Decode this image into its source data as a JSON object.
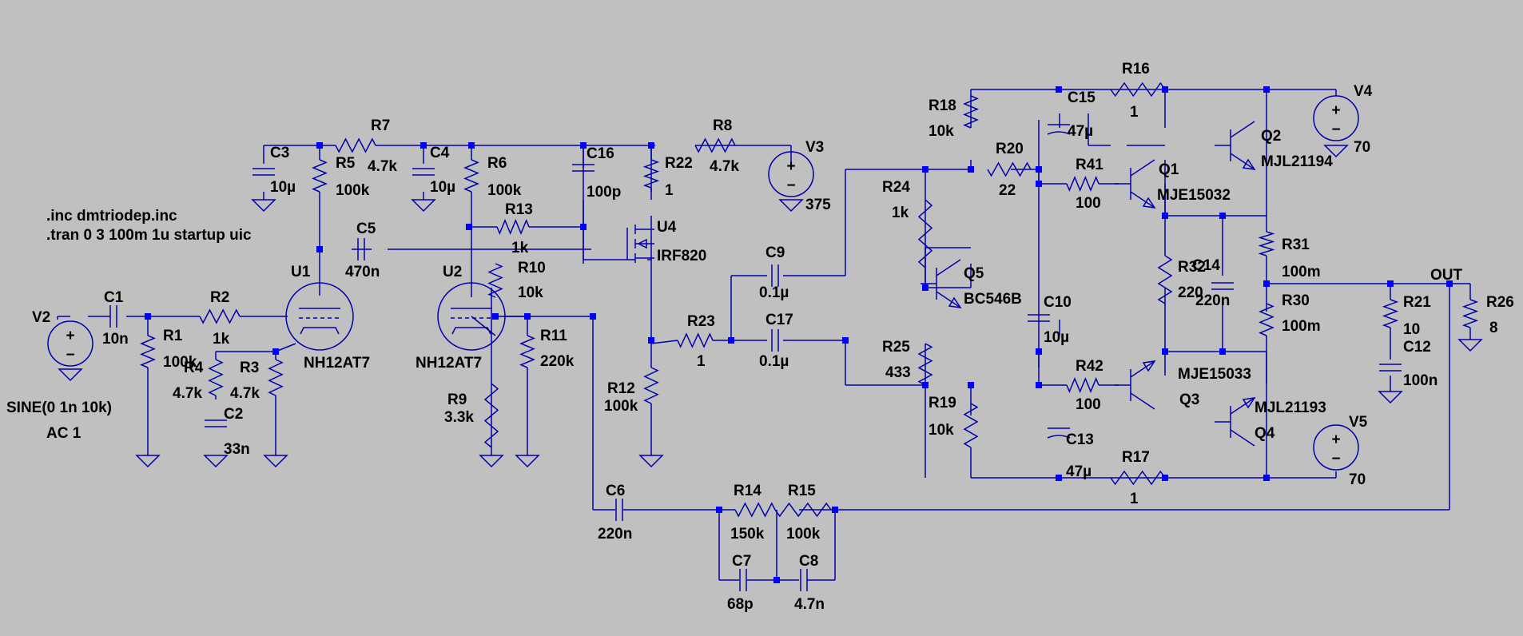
{
  "directives": [
    ".inc dmtriodep.inc",
    ".tran 0 3 100m 1u startup uic"
  ],
  "components": [
    {
      "ref": "R1",
      "value": "100k"
    },
    {
      "ref": "R2",
      "value": "1k"
    },
    {
      "ref": "R3",
      "value": "4.7k"
    },
    {
      "ref": "R4",
      "value": "4.7k"
    },
    {
      "ref": "R5",
      "value": "100k"
    },
    {
      "ref": "R6",
      "value": "100k"
    },
    {
      "ref": "R7",
      "value": "4.7k"
    },
    {
      "ref": "R8",
      "value": "4.7k"
    },
    {
      "ref": "R9",
      "value": "3.3k"
    },
    {
      "ref": "R10",
      "value": "10k"
    },
    {
      "ref": "R11",
      "value": "220k"
    },
    {
      "ref": "R12",
      "value": "100k"
    },
    {
      "ref": "R13",
      "value": "1k"
    },
    {
      "ref": "R14",
      "value": "150k"
    },
    {
      "ref": "R15",
      "value": "100k"
    },
    {
      "ref": "R16",
      "value": "1"
    },
    {
      "ref": "R17",
      "value": "1"
    },
    {
      "ref": "R18",
      "value": "10k"
    },
    {
      "ref": "R19",
      "value": "10k"
    },
    {
      "ref": "R20",
      "value": "22"
    },
    {
      "ref": "R21",
      "value": "10"
    },
    {
      "ref": "R22",
      "value": "1"
    },
    {
      "ref": "R23",
      "value": "1"
    },
    {
      "ref": "R24",
      "value": "1k"
    },
    {
      "ref": "R25",
      "value": "433"
    },
    {
      "ref": "R26",
      "value": "8"
    },
    {
      "ref": "R30",
      "value": "100m"
    },
    {
      "ref": "R31",
      "value": "100m"
    },
    {
      "ref": "R32",
      "value": "220"
    },
    {
      "ref": "R41",
      "value": "100"
    },
    {
      "ref": "R42",
      "value": "100"
    },
    {
      "ref": "C1",
      "value": "10n"
    },
    {
      "ref": "C2",
      "value": "33n"
    },
    {
      "ref": "C3",
      "value": "10µ"
    },
    {
      "ref": "C4",
      "value": "10µ"
    },
    {
      "ref": "C5",
      "value": "470n"
    },
    {
      "ref": "C6",
      "value": "220n"
    },
    {
      "ref": "C7",
      "value": "68p"
    },
    {
      "ref": "C8",
      "value": "4.7n"
    },
    {
      "ref": "C9",
      "value": "0.1µ"
    },
    {
      "ref": "C10",
      "value": "10µ"
    },
    {
      "ref": "C12",
      "value": "100n"
    },
    {
      "ref": "C13",
      "value": "47µ"
    },
    {
      "ref": "C14",
      "value": "220n"
    },
    {
      "ref": "C15",
      "value": "47µ"
    },
    {
      "ref": "C16",
      "value": "100p"
    },
    {
      "ref": "C17",
      "value": "0.1µ"
    },
    {
      "ref": "V2",
      "value": "SINE(0 1n 10k)",
      "value2": "AC 1"
    },
    {
      "ref": "V3",
      "value": "375"
    },
    {
      "ref": "V4",
      "value": "70"
    },
    {
      "ref": "V5",
      "value": "70"
    },
    {
      "ref": "U1",
      "value": "NH12AT7"
    },
    {
      "ref": "U2",
      "value": "NH12AT7"
    },
    {
      "ref": "U4",
      "value": "IRF820"
    },
    {
      "ref": "Q1",
      "value": "MJE15032"
    },
    {
      "ref": "Q2",
      "value": "MJL21194"
    },
    {
      "ref": "Q3",
      "value": "MJE15033"
    },
    {
      "ref": "Q4",
      "value": "MJL21193"
    },
    {
      "ref": "Q5",
      "value": "BC546B"
    }
  ],
  "net_labels": [
    "OUT"
  ],
  "colors": {
    "background": "#c0c0c0",
    "wire": "#0000aa",
    "junction": "#0000ff",
    "text": "#000000"
  }
}
